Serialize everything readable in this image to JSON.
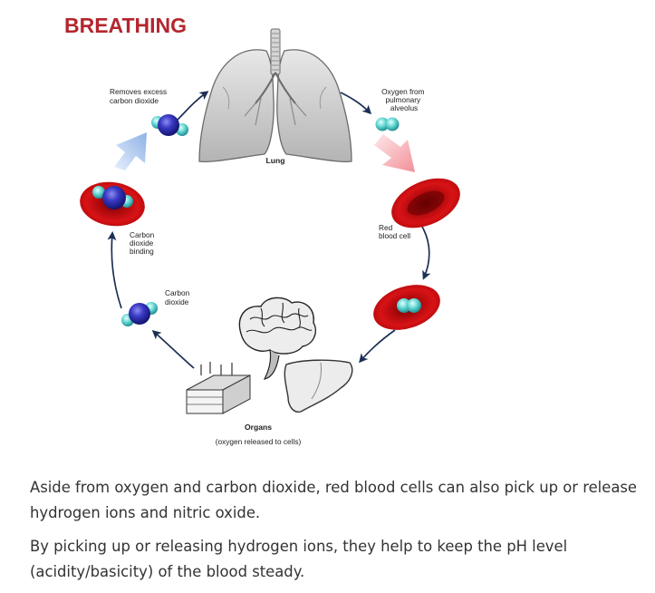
{
  "title": "BREATHING",
  "colors": {
    "title": "#b4262e",
    "cell_red": "#cc0d10",
    "co2_molecule": "#3a3ac2",
    "oxygen_molecule": "#5fd3d0",
    "arrow": "#1c2f55"
  },
  "labels": {
    "lung": "Lung",
    "removes_line1": "Removes excess",
    "removes_line2": "carbon dioxide",
    "oxygen_line1": "Oxygen from",
    "oxygen_line2": "pulmonary",
    "oxygen_line3": "alveolus",
    "rbc_line1": "Red",
    "rbc_line2": "blood cell",
    "co2_binding_line1": "Carbon",
    "co2_binding_line2": "dioxide",
    "co2_binding_line3": "binding",
    "co2_line1": "Carbon",
    "co2_line2": "dioxide",
    "organs": "Organs",
    "organs_sub": "(oxygen released to cells)"
  },
  "paragraphs": [
    "Aside from oxygen and carbon dioxide, red blood cells can also pick up or release hydrogen ions and nitric oxide.",
    "By picking up or releasing hydrogen ions, they help to keep the pH level (acidity/basicity) of the blood steady."
  ],
  "icons": [
    "lungs-icon",
    "brain-icon",
    "liver-icon",
    "skin-tissue-icon",
    "red-blood-cell-icon",
    "oxygen-molecule-icon",
    "carbon-dioxide-molecule-icon"
  ]
}
